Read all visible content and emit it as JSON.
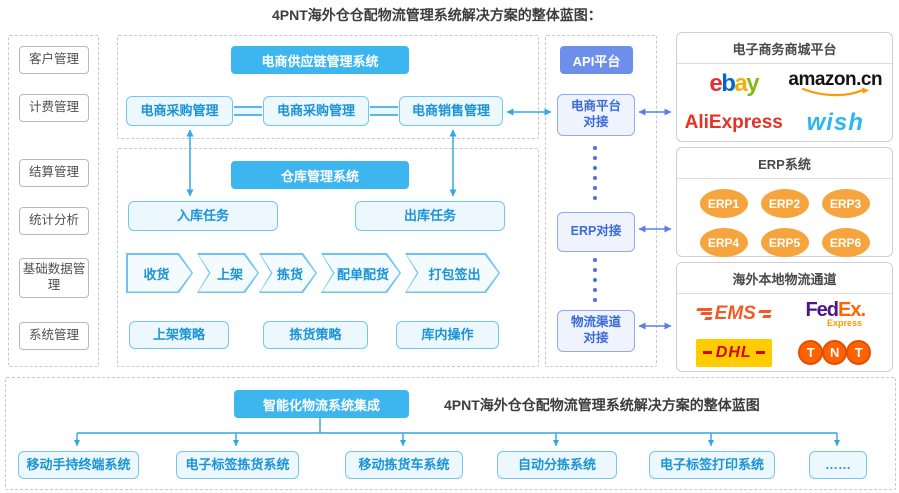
{
  "title": "4PNT海外仓仓配物流管理系统解决方案的整体蓝图：",
  "left_panel": {
    "items": [
      "客户管理",
      "计费管理",
      "结算管理",
      "统计分析",
      "基础数据管理",
      "系统管理"
    ]
  },
  "supply_chain": {
    "header": "电商供应链管理系统",
    "boxes": [
      "电商采购管理",
      "电商采购管理",
      "电商销售管理"
    ]
  },
  "warehouse": {
    "header": "仓库管理系统",
    "tasks": [
      "入库任务",
      "出库任务"
    ],
    "flow": [
      "收货",
      "上架",
      "拣货",
      "配单配货",
      "打包签出"
    ],
    "strategies": [
      "上架策略",
      "拣货策略",
      "库内操作"
    ]
  },
  "api_platform": {
    "header": "API平台",
    "boxes": [
      "电商平台对接",
      "ERP对接",
      "物流渠道对接"
    ]
  },
  "right_column": {
    "mall": {
      "header": "电子商务商城平台",
      "ebay_letters": [
        {
          "ch": "e",
          "color": "#e53238"
        },
        {
          "ch": "b",
          "color": "#0064d2"
        },
        {
          "ch": "a",
          "color": "#f5af02"
        },
        {
          "ch": "y",
          "color": "#86b817"
        }
      ],
      "amazon": "amazon",
      "amazon_tld": ".cn",
      "aliexpress": "AliExpress",
      "wish": "wish"
    },
    "erp": {
      "header": "ERP系统",
      "badges": [
        "ERP1",
        "ERP2",
        "ERP3",
        "ERP4",
        "ERP5",
        "ERP6"
      ]
    },
    "logistics": {
      "header": "海外本地物流通道",
      "ems": "EMS",
      "fedex_fed": "Fed",
      "fedex_ex": "Ex.",
      "fedex_sub": "Express",
      "dhl": "DHL",
      "tnt_letters": [
        "T",
        "N",
        "T"
      ]
    }
  },
  "bottom": {
    "header": "智能化物流系统集成",
    "caption": "4PNT海外仓仓配物流管理系统解决方案的整体蓝图",
    "boxes": [
      "移动手持终端系统",
      "电子标签拣货系统",
      "移动拣货车系统",
      "自动分拣系统",
      "电子标签打印系统",
      "……"
    ]
  },
  "colors": {
    "accent_cyan": "#3db6f0",
    "accent_indigo": "#6d8ee9",
    "box_text_blue": "#1a94d6",
    "erp_orange": "#f6a53e"
  }
}
